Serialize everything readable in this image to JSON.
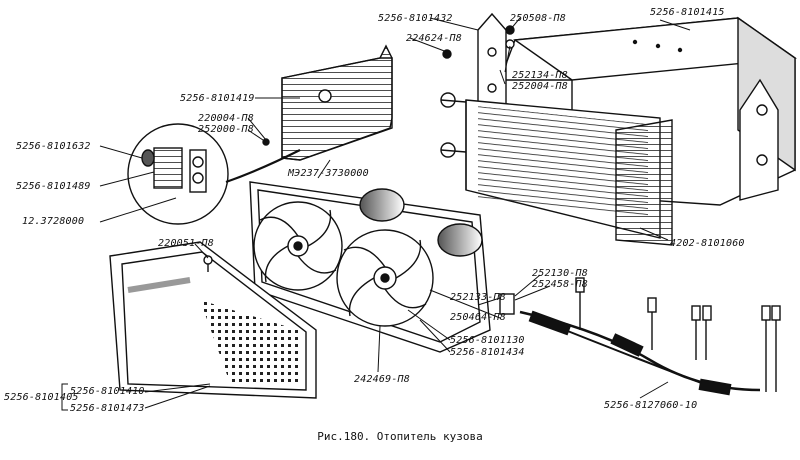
{
  "labels": {
    "heater_casing": "5256-8101415",
    "bracket": "5256-8101432",
    "nut_250508": "250508-П8",
    "bolt_224624": "224624-П8",
    "washer_252134": "252134-П8",
    "washer_252004": "252004-П8",
    "panel": "5256-8101419",
    "washer_220004": "220004-П8",
    "washer_252000": "252000-П8",
    "seal_8101632": "5256-8101632",
    "gasket_8101489": "5256-8101489",
    "switch": "12.3728000",
    "motor": "МЭ237-3730000",
    "radiator": "4202-8101060",
    "screw_220051": "220051-П8",
    "washer_252130": "252130-П8",
    "washer_252458": "252458-П8",
    "washer_252133": "252133-П8",
    "nut_250464": "250464-П8",
    "fan_8101130": "5256-8101130",
    "fan_8101434": "5256-8101434",
    "nut_242469": "242469-П8",
    "grille_assembly": "5256-8101405",
    "grille_frame": "5256-8101410",
    "grille_mesh": "5256-8101473",
    "harness": "5256-8127060-10"
  },
  "caption": "Рис.180. Отопитель кузова"
}
